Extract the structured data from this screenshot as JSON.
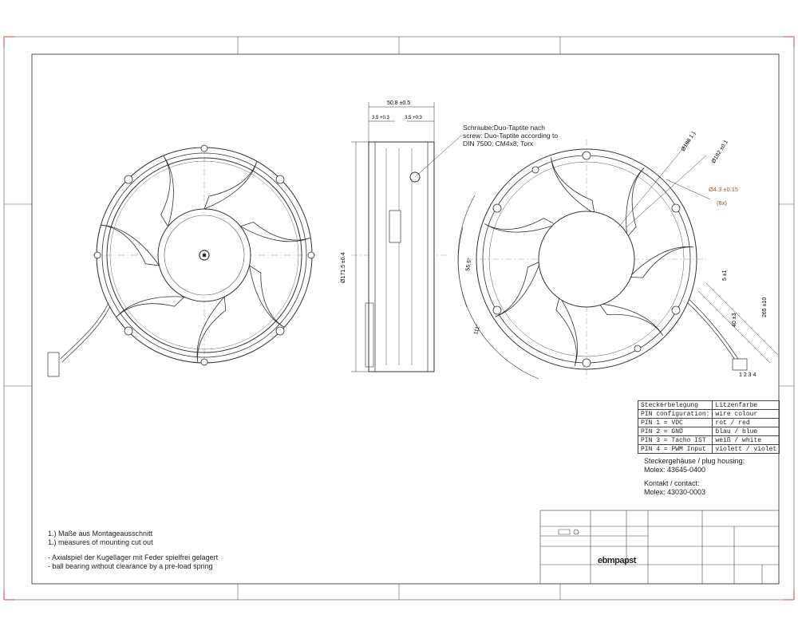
{
  "screw_note": {
    "line1": "Schraube:Duo-Taptite nach",
    "line2": "screw: Duo-Taptite according to",
    "line3": "DIN 7500; CM4x8; Torx"
  },
  "dims": {
    "width_total": "50.8 ±0.5",
    "width_left": "3.5 +0.3",
    "width_right": "3.5 +0.3",
    "diameter_side": "Ø171.5 ±0.4",
    "d188": "Ø188 1.)",
    "d182": "Ø182 ±0.1",
    "hole": "Ø4.3 ±0.15",
    "hole_count": "(8x)",
    "angle_555": "55.5°",
    "angle_111": "111°",
    "len_265": "265 ±10",
    "len_40": "40 ±3",
    "len_5": "5 ±1"
  },
  "pin_table": {
    "rows": [
      [
        "Steckerbelegung",
        "Litzenfarbe"
      ],
      [
        "PIN configuration:",
        "wire colour"
      ],
      [
        "PIN 1 = VDC",
        "rot / red"
      ],
      [
        "PIN 2 = GND",
        "blau / blue"
      ],
      [
        "PIN 3 = Tacho IST",
        "weiß / white"
      ],
      [
        "PIN 4 = PWM Input",
        "violett / violet"
      ]
    ]
  },
  "plug": {
    "housing_label": "Steckergehäuse / plug housing:",
    "housing_part": "Molex: 43645-0400",
    "contact_label": "Kontakt / contact:",
    "contact_part": "Molex: 43030-0003"
  },
  "notes": {
    "n1_de": "1.) Maße aus Montageausschnitt",
    "n1_en": "1.) measures of mounting cut out",
    "n2_de": "- Axialspiel der Kugellager mit Feder spielfrei gelagert",
    "n2_en": "- ball bearing without clearance by a pre-load spring"
  },
  "title_block": {
    "logo": "ebmpapst"
  },
  "pins": "1 2 3 4"
}
